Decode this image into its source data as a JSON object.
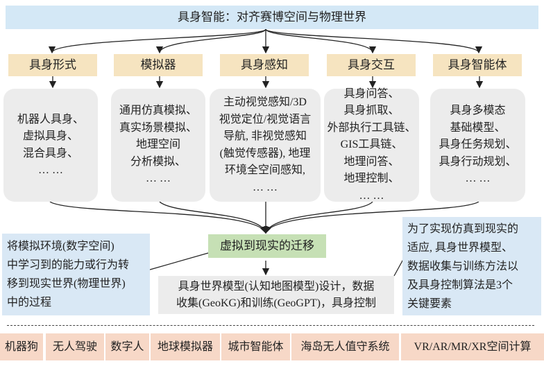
{
  "title": "具身智能：对齐赛博空间与物理世界",
  "categories": [
    {
      "header": "具身形式",
      "content": "机器人具身、\n虚拟具身、\n混合具身、\n… …"
    },
    {
      "header": "模拟器",
      "content": "通用仿真模拟、\n真实场景模拟、\n地理空间\n分析模拟、\n… …"
    },
    {
      "header": "具身感知",
      "content": "主动视觉感知/3D\n视觉定位/视觉语言\n导航, 非视觉感知\n(触觉传感器), 地理\n环境全空间感知,\n… …"
    },
    {
      "header": "具身交互",
      "content": "具身问答、\n具身抓取、\n外部执行工具链、\nGIS工具链、\n地理问答、\n地理控制、\n… …"
    },
    {
      "header": "具身智能体",
      "content": "具身多模态\n基础模型、\n具身任务规划、\n具身行动规划、\n… …"
    }
  ],
  "transfer": "虚拟到现实的迁移",
  "method": "具身世界模型(认知地图模型)设计，数据\n收集(GeoKG)和训练(GeoGPT)，具身控制",
  "left_note": "将模拟环境(数字空间)\n中学习到的能力或行为转\n移到现实世界(物理世界)\n中的过程",
  "right_note": "为了实现仿真到现实的\n适应, 具身世界模型、\n数据收集与训练方法以\n及具身控制算法是3个\n关键要素",
  "applications": [
    "机器狗",
    "无人驾驶",
    "数字人",
    "地球模拟器",
    "城市智能体",
    "海岛无人值守系统",
    "VR/AR/MR/XR空间计算"
  ]
}
